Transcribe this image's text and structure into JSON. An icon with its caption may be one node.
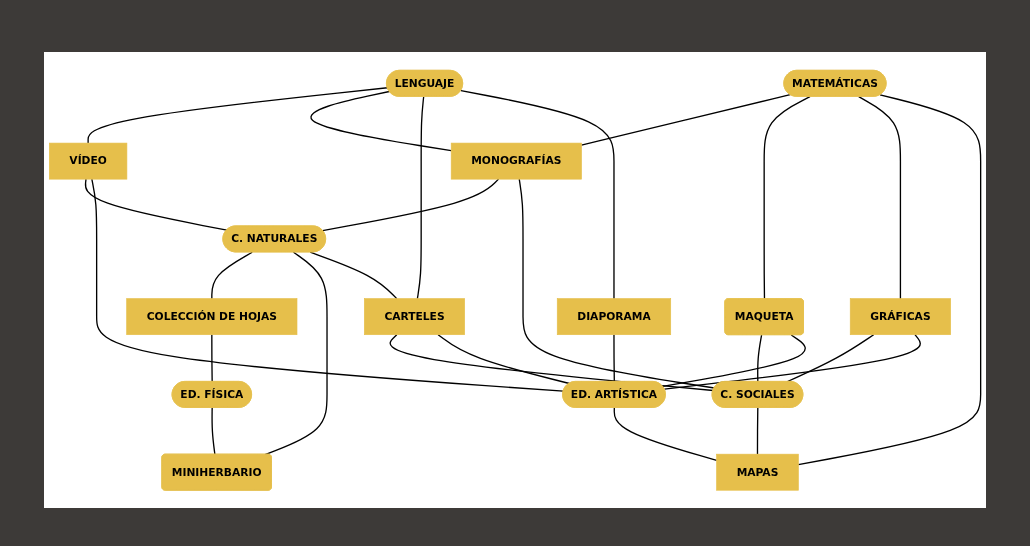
{
  "diagram": {
    "nodes": [
      {
        "text": [
          "LENGUAJE"
        ]
      },
      {
        "text": [
          "VÍDEO"
        ]
      },
      {
        "text": [
          "MATEMÁTICAS"
        ]
      },
      {
        "text": [
          "MONOGRAFÍAS"
        ]
      },
      {
        "text": [
          "C. NATURALES"
        ]
      },
      {
        "text": [
          "MAQUETA"
        ]
      },
      {
        "text": [
          "COLECCIÓN DE HOJAS"
        ]
      },
      {
        "text": [
          "CARTELES"
        ]
      },
      {
        "text": [
          "GRÁFICAS"
        ]
      },
      {
        "text": [
          "C. SOCIALES"
        ]
      },
      {
        "text": [
          "ED. FÍSICA"
        ]
      },
      {
        "text": [
          "ED. ARTÍSTICA"
        ]
      },
      {
        "text": [
          "DIAPORAMA"
        ]
      },
      {
        "text": [
          "MINIHERBARIO"
        ]
      },
      {
        "text": [
          "MAPAS"
        ]
      }
    ],
    "edges": [
      {
        "from": 0,
        "to": 1,
        "arrow": "none"
      },
      {
        "from": 0,
        "to": 3,
        "arrow": "none"
      },
      {
        "from": 0,
        "to": 7,
        "arrow": "none"
      },
      {
        "from": 0,
        "to": 12,
        "arrow": "none"
      },
      {
        "from": 2,
        "to": 3,
        "arrow": "none"
      },
      {
        "from": 3,
        "to": 4,
        "arrow": "none"
      },
      {
        "from": 3,
        "to": 9,
        "arrow": "none"
      },
      {
        "from": 1,
        "to": 4,
        "arrow": "none"
      },
      {
        "from": 1,
        "to": 11,
        "arrow": "none"
      },
      {
        "from": 4,
        "to": 6,
        "arrow": "none"
      },
      {
        "from": 4,
        "to": 13,
        "arrow": "none"
      },
      {
        "from": 4,
        "to": 7,
        "arrow": "none"
      },
      {
        "from": 7,
        "to": 9,
        "arrow": "none"
      },
      {
        "from": 7,
        "to": 11,
        "arrow": "none"
      },
      {
        "from": 6,
        "to": 10,
        "arrow": "none"
      },
      {
        "from": 10,
        "to": 13,
        "arrow": "none"
      },
      {
        "from": 2,
        "to": 5,
        "arrow": "none"
      },
      {
        "from": 2,
        "to": 8,
        "arrow": "none"
      },
      {
        "from": 2,
        "to": 14,
        "arrow": "none"
      },
      {
        "from": 5,
        "to": 9,
        "arrow": "none"
      },
      {
        "from": 5,
        "to": 11,
        "arrow": "none"
      },
      {
        "from": 8,
        "to": 9,
        "arrow": "none"
      },
      {
        "from": 8,
        "to": 11,
        "arrow": "none"
      },
      {
        "from": 9,
        "to": 14,
        "arrow": "none"
      },
      {
        "from": 12,
        "to": 11,
        "arrow": "none"
      },
      {
        "from": 11,
        "to": 14,
        "arrow": "none"
      }
    ]
  }
}
